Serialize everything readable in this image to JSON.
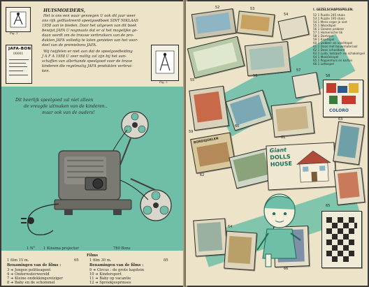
{
  "left_page": {
    "greeting": "HUISMOEDERS,",
    "intro_lines": [
      "Het is ons een waar genoegen U ook dit jaar weer",
      "ons rijk geïllustreerd speelgoedboek SINT NIKLAAS",
      "1958 aan te bieden. Door het uitgeven van dit boek",
      "bewijst JAFA U nogmaals dat er al het mogelijke ge-",
      "daan wordt om de trouwe verbruikers van de pro-",
      "dukten JAFA volledig te laten genieten van het voor-",
      "deel van de premiebons JAFA."
    ],
    "second_lines": [
      "Wij twijfelen er niet aan dat de speelgoedleiding",
      "J A F A  1958 U zeer nuttig zal zijn bij het aan-",
      "schaffen van allerhande speelgoed voor de brave",
      "kinderen die regelmatig JAFA produkten verbrui-",
      "ken."
    ],
    "coupon_title": "JAFA-BON",
    "coupon_code": "00001",
    "coupon_captions": [
      "Fig. 1",
      "Fig. 2"
    ],
    "slogan_lines": [
      "Dit heerlijk speelgoed zal niet alleen",
      "de vreugde uitmaken van de kinderen..",
      "maar ook van de ouders!"
    ],
    "projector_line": {
      "qty": "1 N°",
      "name": "1 Kinema projector",
      "points": "780 Bons"
    },
    "films_header": "Films",
    "films_left": {
      "meta": "1 film 15 m.",
      "points": "65",
      "header": "Benamingen van de films :",
      "items": [
        "3 ➜ Jongen politieagent",
        "4 ➜ Onderwaterwereld",
        "7 ➜ Kleine ondekkingsreiziger",
        "8 ➜ Baby en de schommel"
      ]
    },
    "films_right": {
      "meta": "1 film 30 m.",
      "points": "85",
      "header": "Benamingen van de films :",
      "items": [
        "9 ➜ Circus : de grote kapitein",
        "10 ➜ Kindersport",
        "11 ➜ Baby op vacantie",
        "12 ➜ Sprookjesprinses"
      ]
    }
  },
  "right_page": {
    "section_title": "I. GEZELSCHAPSSPELEN.",
    "game_list": [
      "52  1  Puzzle 245 stuks",
      "53  1  Puzzle 195 stuks",
      "54  1  Mens erger je niet",
      "55  1  Woordspel",
      "56  1  Ganzen probeer",
      "57  1  Homerische tik",
      "58  1  Damspel",
      "59  1  Kaartspel",
      "60  1  Dobbel- en vlechtspel",
      "61  1  Doos met bouwmateriaal",
      "62  1  Doos schoolbord",
      "63  1  Ludo, loskaart- en schakelspel",
      "64  1  Mozaïekspel",
      "65  1  Poppenhuis en karton",
      "66  1  Lottospel"
    ],
    "item_numbers": [
      "52",
      "53",
      "54",
      "55",
      "56",
      "57",
      "58",
      "59",
      "60",
      "61",
      "62",
      "63",
      "64",
      "65",
      "66"
    ],
    "box_titles": {
      "dollshouse_1": "Giant",
      "dollshouse_2": "DOLLS",
      "dollshouse_3": "HOUSE",
      "coloro": "COLORO",
      "bordsjoelen": "BORDSJOELEN"
    }
  },
  "colors": {
    "paper": "#ece3c9",
    "accent_green": "#6fbfa8",
    "ink": "#2a2a26"
  }
}
